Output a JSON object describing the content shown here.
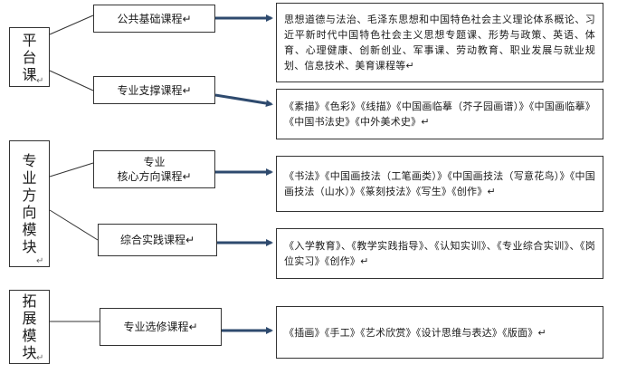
{
  "diagram": {
    "categories": [
      {
        "label": "平台课",
        "mark": "↵"
      },
      {
        "label": "专业方向模块",
        "mark": "↵"
      },
      {
        "label": "拓展模块",
        "mark": "↵"
      }
    ],
    "courses": [
      {
        "label": "公共基础课程↵"
      },
      {
        "label": "专业支撑课程↵"
      },
      {
        "label": "专业\n核心方向课程↵"
      },
      {
        "label": "综合实践课程↵"
      },
      {
        "label": "专业选修课程↵"
      }
    ],
    "details": [
      {
        "text": "思想道德与法治、毛泽东思想和中国特色社会主义理论体系概论、习近平新时代中国特色社会主义思想专题课、形势与政策、英语、体育、心理健康、创新创业、军事课、劳动教育、职业发展与就业规划、信息技术、美育课程等↵"
      },
      {
        "text": "《素描》《色彩》《线描》《中国画临摹（芥子园画谱）》《中国画临摹》《中国书法史》《中外美术史》↵"
      },
      {
        "text": "《书法》《中国画技法（工笔画类）》《中国画技法（写意花鸟）》《中国画技法（山水）》《篆刻技法》《写生》《创作》↵"
      },
      {
        "text": "《入学教育》、《教学实践指导》、《认知实训》、《专业综合实训》、《岗位实习》《创作》↵"
      },
      {
        "text": "《插画》《手工》《艺术欣赏》《设计思维与表达》《版面》↵"
      }
    ]
  },
  "colors": {
    "arrow": "#2e4a6e",
    "line": "#333333",
    "border": "#333333"
  }
}
